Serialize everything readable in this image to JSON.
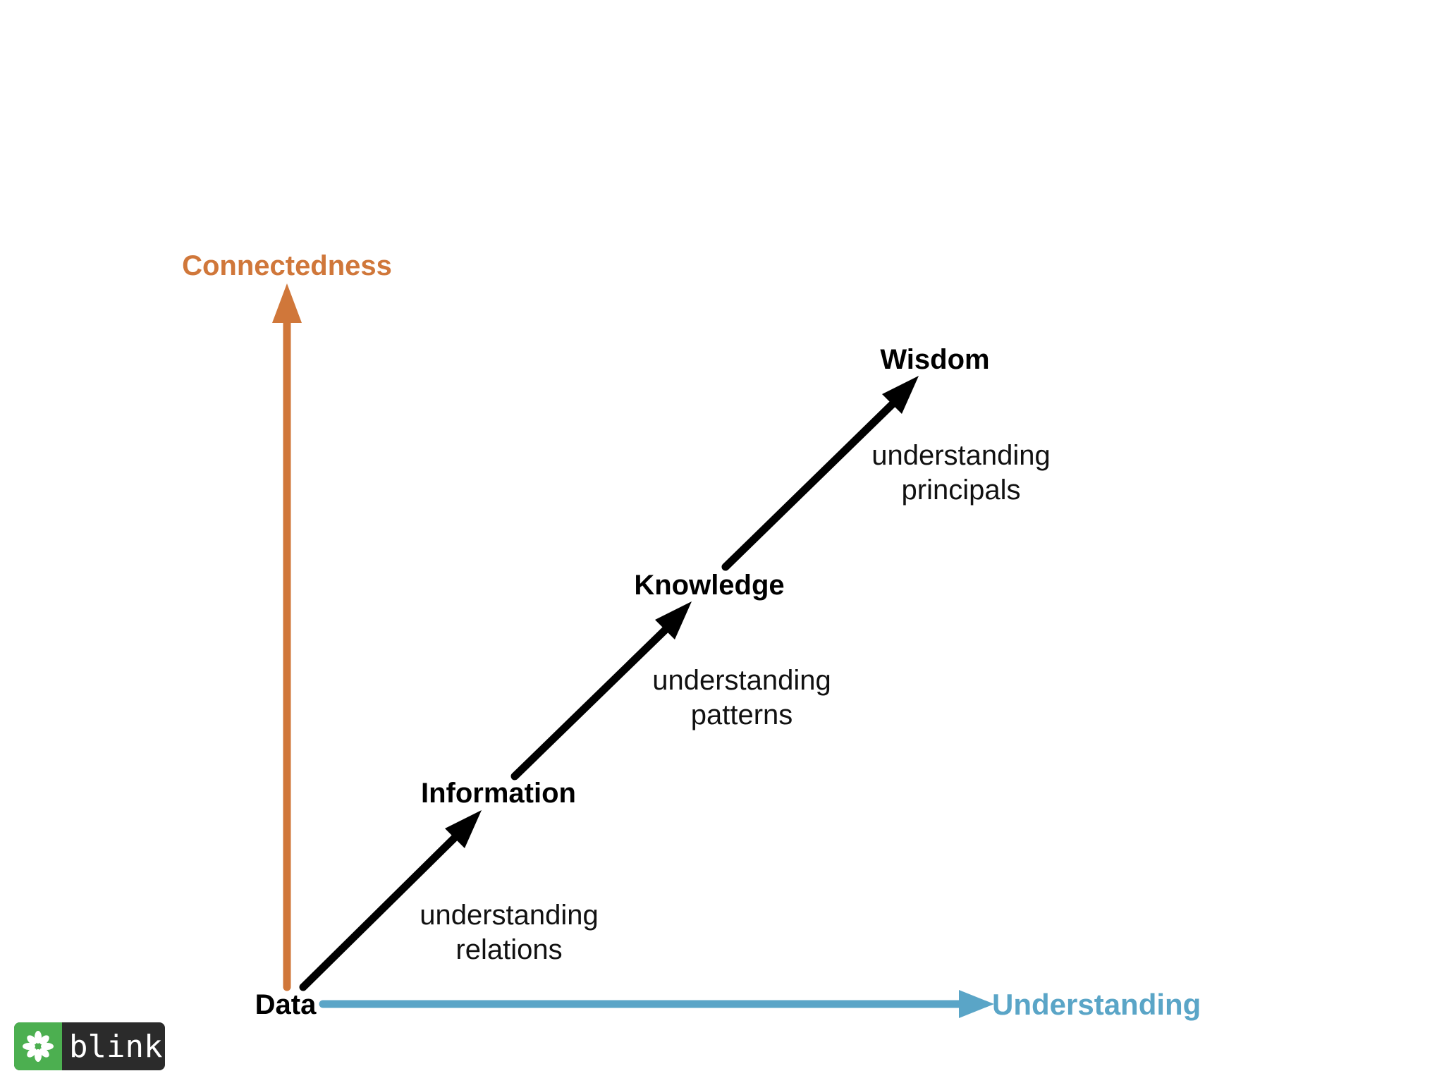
{
  "axes": {
    "y_label": "Connectedness",
    "x_label": "Understanding",
    "y_color": "#d0773a",
    "x_color": "#5aa5c7"
  },
  "stages": {
    "data": "Data",
    "information": "Information",
    "knowledge": "Knowledge",
    "wisdom": "Wisdom"
  },
  "transitions": {
    "relations": {
      "line1": "understanding",
      "line2": "relations"
    },
    "patterns": {
      "line1": "understanding",
      "line2": "patterns"
    },
    "principals": {
      "line1": "understanding",
      "line2": "principals"
    }
  },
  "logo": {
    "text": "blink",
    "icon": "asterisk-flower-icon",
    "icon_color": "#4caf50"
  }
}
